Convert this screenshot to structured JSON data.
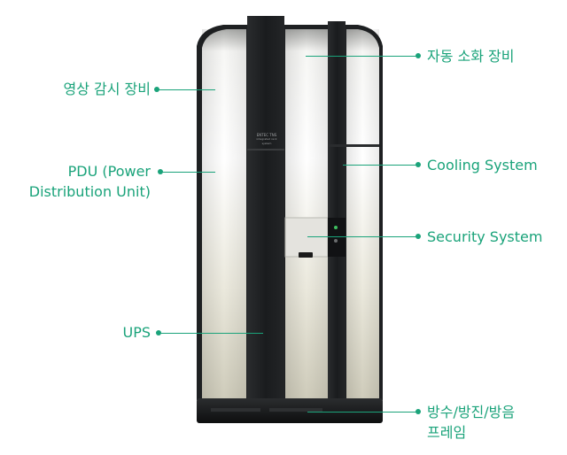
{
  "product_name": "ENTEC TNS",
  "product_subtext": "integrated rack system",
  "labels": {
    "cctv": "영상 감시 장비",
    "pdu_line1": "PDU (Power",
    "pdu_line2": "Distribution Unit)",
    "ups": "UPS",
    "fire": "자동 소화 장비",
    "cooling": "Cooling System",
    "security": "Security System",
    "frame_line1": "방수/방진/방음",
    "frame_line2": "프레임"
  },
  "colors": {
    "accent": "#1aa37a",
    "cabinet_dark": "#1c1e20",
    "panel_light": "#f2f1ec",
    "panel_mid": "#d6d3c4"
  }
}
